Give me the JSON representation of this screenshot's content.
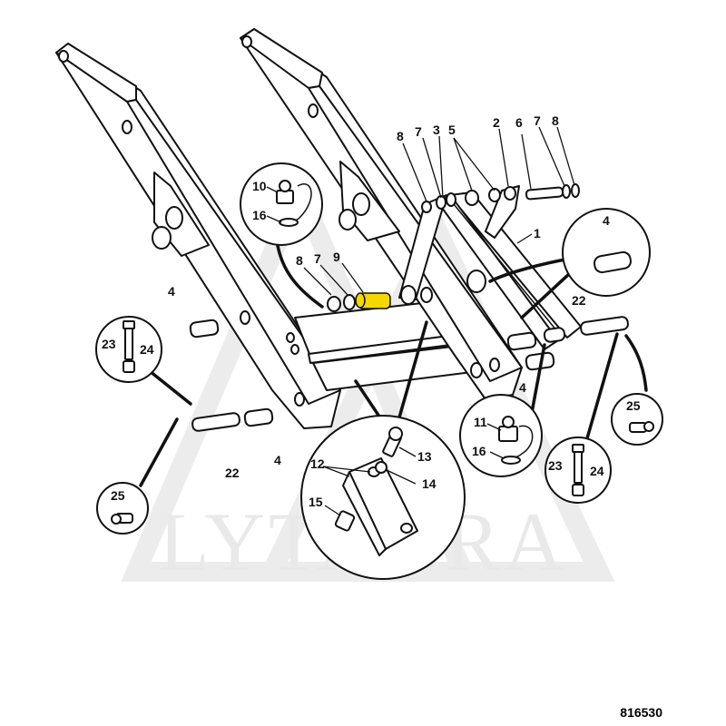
{
  "diagram": {
    "watermark": "LYTAGRA",
    "drawing_number": "816530",
    "highlight_color": "#f5d800",
    "callouts": [
      {
        "id": "c1",
        "text": "1"
      },
      {
        "id": "c2",
        "text": "2"
      },
      {
        "id": "c3",
        "text": "3"
      },
      {
        "id": "c4a",
        "text": "4"
      },
      {
        "id": "c4b",
        "text": "4"
      },
      {
        "id": "c4c",
        "text": "4"
      },
      {
        "id": "c4d",
        "text": "4"
      },
      {
        "id": "c5",
        "text": "5"
      },
      {
        "id": "c6",
        "text": "6"
      },
      {
        "id": "c7a",
        "text": "7"
      },
      {
        "id": "c7b",
        "text": "7"
      },
      {
        "id": "c7c",
        "text": "7"
      },
      {
        "id": "c8a",
        "text": "8"
      },
      {
        "id": "c8b",
        "text": "8"
      },
      {
        "id": "c8c",
        "text": "8"
      },
      {
        "id": "c9",
        "text": "9"
      },
      {
        "id": "c10",
        "text": "10"
      },
      {
        "id": "c11",
        "text": "11"
      },
      {
        "id": "c12",
        "text": "12"
      },
      {
        "id": "c13",
        "text": "13"
      },
      {
        "id": "c14",
        "text": "14"
      },
      {
        "id": "c15",
        "text": "15"
      },
      {
        "id": "c16a",
        "text": "16"
      },
      {
        "id": "c16b",
        "text": "16"
      },
      {
        "id": "c22a",
        "text": "22"
      },
      {
        "id": "c22b",
        "text": "22"
      },
      {
        "id": "c23a",
        "text": "23"
      },
      {
        "id": "c23b",
        "text": "23"
      },
      {
        "id": "c24a",
        "text": "24"
      },
      {
        "id": "c24b",
        "text": "24"
      },
      {
        "id": "c25a",
        "text": "25"
      },
      {
        "id": "c25b",
        "text": "25"
      }
    ]
  }
}
